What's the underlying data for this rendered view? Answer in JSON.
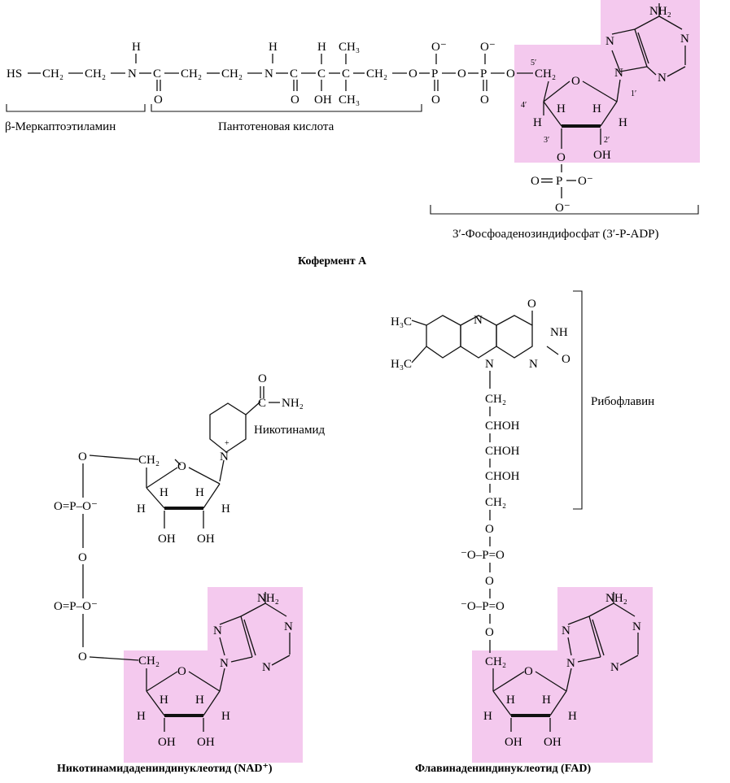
{
  "coa": {
    "title": "Кофермент А",
    "seg1": "β-Меркаптоэтиламин",
    "seg2": "Пантотеновая кислота",
    "seg3": "3′-Фосфоаденозиндифосфат (3′-P-ADP)",
    "chain": {
      "hs": "HS",
      "ch2": "CH₂",
      "n": "N",
      "h": "H",
      "c": "C",
      "o": "O",
      "oh": "OH",
      "ch3": "CH₃",
      "p": "P",
      "o_minus": "O⁻"
    },
    "primes": [
      "5′",
      "4′",
      "3′",
      "2′",
      "1′"
    ]
  },
  "nad": {
    "caption": "Никотинамидадениндинуклеотид  (NAD⁺)",
    "nicotinamide": "Никотинамид",
    "nh2": "NH₂",
    "plus": "+",
    "po": "O=P–O⁻"
  },
  "fad": {
    "caption": "Флавинадениндинуклеотид  (FAD)",
    "riboflavin": "Рибофлавин",
    "h3c": "H₃C",
    "choh": "CHOH",
    "nh": "NH",
    "po": "⁻O–P=O"
  },
  "adenine": {
    "nh2": "NH₂",
    "n": "N"
  },
  "colors": {
    "highlight": "#f4c9ee",
    "ink": "#111111"
  }
}
